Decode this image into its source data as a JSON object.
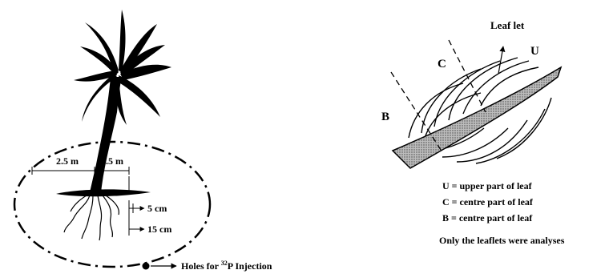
{
  "left_diagram": {
    "dist_left": "2.5 m",
    "dist_right": "1.5 m",
    "depth_shallow": "5 cm",
    "depth_deep": "15 cm",
    "hole_label_prefix": "Holes for ",
    "hole_label_sup": "32",
    "hole_label_suffix": "P Injection"
  },
  "right_diagram": {
    "leaflet_label": "Leaf let",
    "marker_u": "U",
    "marker_c": "C",
    "marker_b": "B",
    "legend": [
      "U = upper part of leaf",
      "C = centre part of leaf",
      "B = centre part of leaf"
    ],
    "note": "Only the leaflets were analyses"
  }
}
